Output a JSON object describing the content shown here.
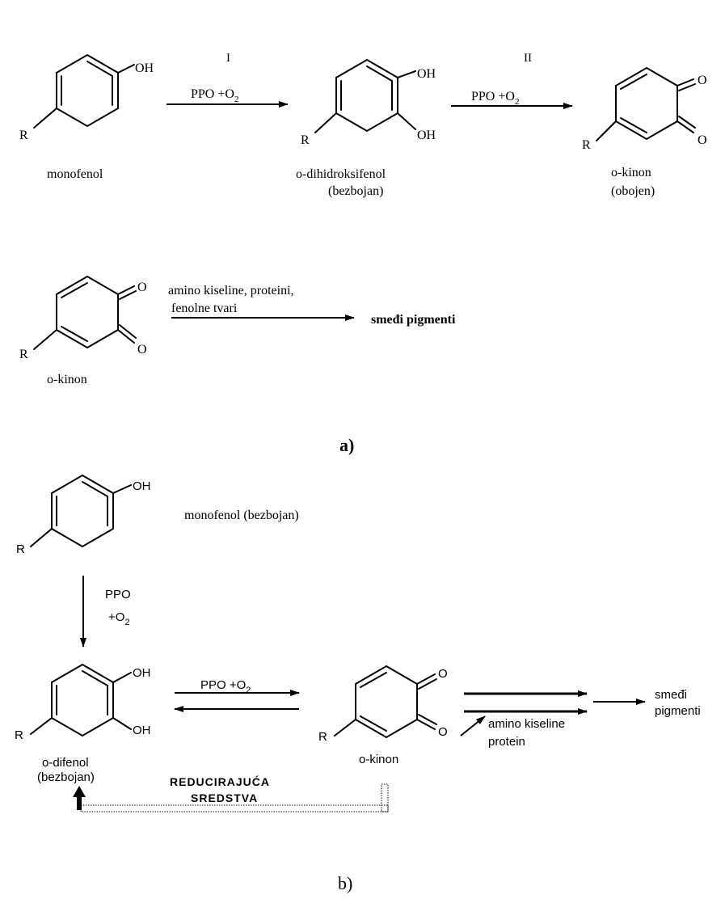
{
  "part_a": {
    "step_1": {
      "numeral": "I",
      "reagent_main": "PPO +O",
      "reagent_sub": "2"
    },
    "step_2": {
      "numeral": "II",
      "reagent_main": "PPO +O",
      "reagent_sub": "2"
    },
    "monofenol": {
      "oh": "OH",
      "r": "R",
      "name": "monofenol"
    },
    "dihidroksifenol": {
      "oh_top": "OH",
      "oh_bottom": "OH",
      "r": "R",
      "name": "o-dihidroksifenol",
      "note": "(bezbojan)"
    },
    "kinon": {
      "o_top": "O",
      "o_bottom": "O",
      "r": "R",
      "name": "o-kinon",
      "note": "(obojen)"
    },
    "kinon2": {
      "o_top": "O",
      "o_bottom": "O",
      "r": "R",
      "name": "o-kinon"
    },
    "reaction2_reagent_line1": "amino kiseline, proteini,",
    "reaction2_reagent_line2": "fenolne tvari",
    "product": "smeđi pigmenti",
    "panel_label": "a)"
  },
  "part_b": {
    "monofenol": {
      "oh": "OH",
      "r": "R",
      "name": "monofenol (bezbojan)"
    },
    "step_down": {
      "reagent_line1": "PPO",
      "reagent_main": "+O",
      "reagent_sub": "2"
    },
    "difenol": {
      "oh_top": "OH",
      "oh_bottom": "OH",
      "r": "R",
      "name": "o-difenol",
      "note": "(bezbojan)"
    },
    "equilibrium": {
      "reagent_main": "PPO +O",
      "reagent_sub": "2"
    },
    "kinon": {
      "o_top": "O",
      "o_bottom": "O",
      "r": "R",
      "name": "o-kinon"
    },
    "reagent_line1": "amino kiseline",
    "reagent_line2": "protein",
    "product_line1": "smeđi",
    "product_line2": "pigmenti",
    "reducing_line1": "REDUCIRAJUĆA",
    "reducing_line2": "SREDSTVA",
    "panel_label": "b)"
  }
}
